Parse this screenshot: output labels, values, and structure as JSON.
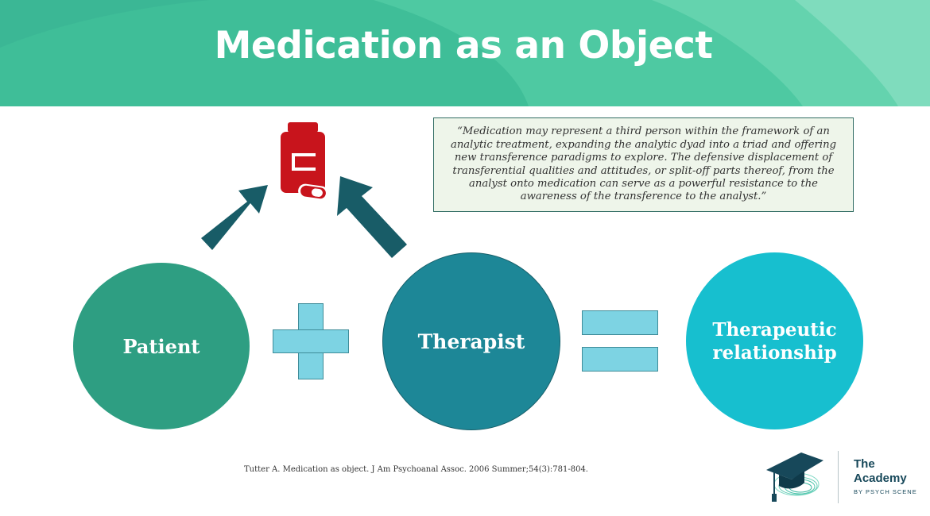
{
  "header": {
    "title": "Medication as an Object"
  },
  "quote": {
    "text": "“Medication may represent a third person within the framework of an analytic treatment, expanding the analytic dyad into a triad and offering new transference paradigms to explore. The defensive displacement of transferential qualities and attitudes, or split-off parts thereof, from the analyst onto medication can serve as a powerful resistance to the awareness of the transference to the analyst.”"
  },
  "diagram": {
    "patient_label": "Patient",
    "therapist_label": "Therapist",
    "relationship_line1": "Therapeutic",
    "relationship_line2": "relationship",
    "operator_plus": "plus-icon",
    "operator_equals": "equals-icon",
    "top_icon": "medication-bottle-icon",
    "arrow_icon": "arrow-icon"
  },
  "citation": {
    "text": "Tutter A. Medication as object. J Am Psychoanal Assoc. 2006 Summer;54(3):781-804."
  },
  "logo": {
    "line1": "The",
    "line2": "Academy",
    "tagline": "BY PSYCH SCENE",
    "icon": "graduation-cap-icon"
  },
  "colors": {
    "header_green": "#3fbe98",
    "patient_circle": "#2e9e82",
    "therapist_circle": "#1d8797",
    "relationship_circle": "#17bfcf",
    "operator_fill": "#7dd3e3",
    "arrow": "#185c67",
    "medication_red": "#c8141c",
    "logo_navy": "#17485a"
  }
}
